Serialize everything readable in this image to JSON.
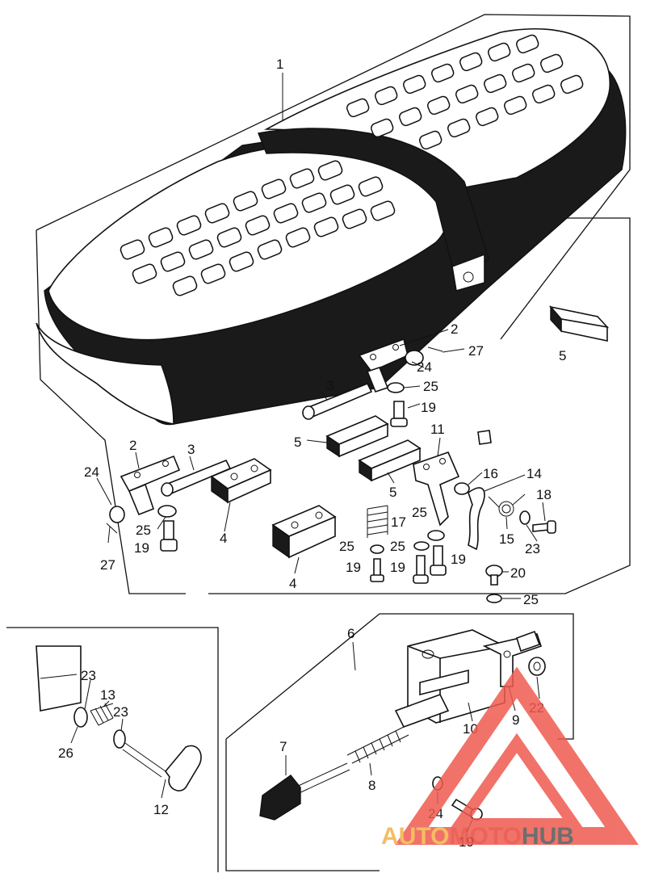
{
  "labels": {
    "seat": "1",
    "bracket_right": "2",
    "bracket_left": "2",
    "pin_right": "3",
    "pin_left": "3",
    "damper_left_top": "4",
    "damper_left_bottom": "4",
    "damper_mid_top": "5",
    "damper_mid_bottom": "5",
    "damper_far_right": "5",
    "lock_assembly": "6",
    "knob": "7",
    "spring_lock": "8",
    "lock_plate": "9",
    "lock_body": "10",
    "hinge_plate": "11",
    "hook": "12",
    "spring_hook": "13",
    "lever": "14",
    "spring_lever": "15",
    "collar": "16",
    "spring_cushion": "17",
    "bolt_18": "18",
    "bolt_19_a": "19",
    "bolt_19_b": "19",
    "bolt_19_c": "19",
    "bolt_19_d": "19",
    "bolt_19_e": "19",
    "bolt_19_f": "19",
    "screw_20": "20",
    "washer_21": "",
    "nut_22": "22",
    "washer_23_a": "23",
    "washer_23_b": "23",
    "washer_23_c": "23",
    "washer_24_a": "24",
    "washer_24_b": "24",
    "washer_24_c": "24",
    "washer_25_a": "25",
    "washer_25_b": "25",
    "washer_25_c": "25",
    "washer_25_d": "25",
    "washer_25_e": "25",
    "washer_25_f": "25",
    "pin_26": "26",
    "pin_27_a": "27",
    "pin_27_b": "27"
  },
  "watermark": {
    "part1": "AUTO",
    "part2": "MOTO",
    "part3": "HUB",
    "color1": "#f2b24a",
    "color2": "#e8483c",
    "color3": "#555555",
    "logo_color": "#ef5a4f"
  }
}
